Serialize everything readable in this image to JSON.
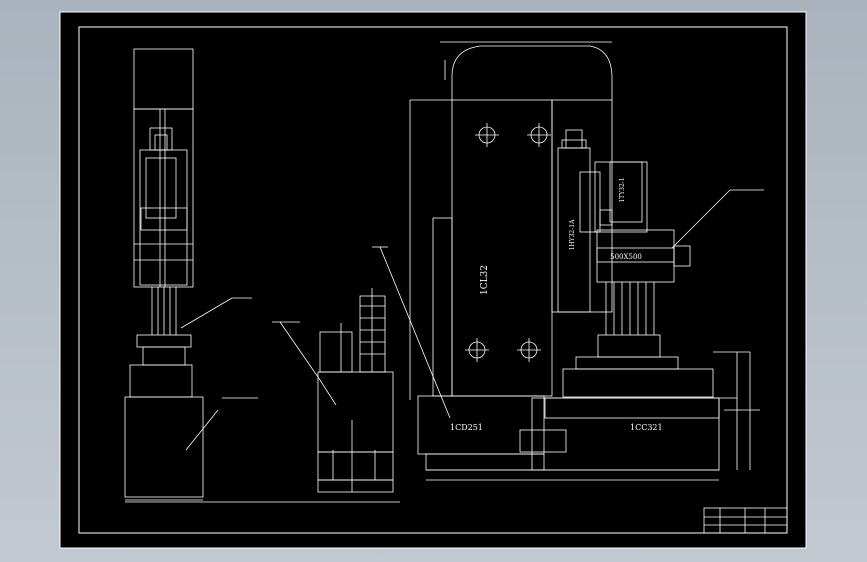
{
  "drawing": {
    "labels": {
      "label_1cl32": "1CL32",
      "label_1cd251": "1CD251",
      "label_1cc321": "1CC321",
      "label_1hy32": "1HY32-1A",
      "label_1ty32": "1TY32-1",
      "label_box": "500X500"
    },
    "colors": {
      "background": "#aab3bd",
      "paper": "#000000",
      "lines": "#ffffff"
    }
  }
}
